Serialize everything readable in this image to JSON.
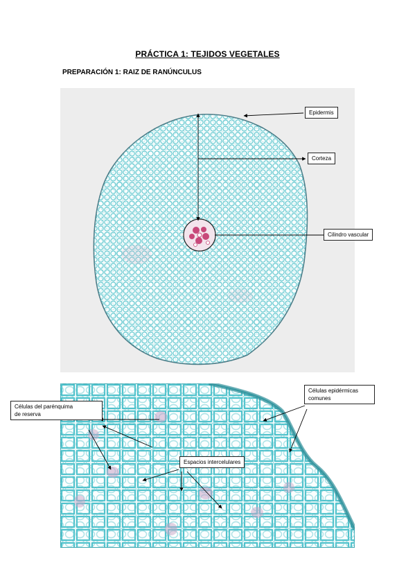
{
  "document": {
    "title": "PRÁCTICA 1: TEJIDOS VEGETALES",
    "subtitle": "PREPARACIÓN 1: RAIZ DE RANÚNCULUS"
  },
  "figure1": {
    "labels": {
      "epidermis": "Epidermis",
      "corteza": "Corteza",
      "cilindro": "Cilindro vascular"
    }
  },
  "figure2": {
    "labels": {
      "parenquima_line1": "Células del parénquima",
      "parenquima_line2": "de reserva",
      "epidermicas_line1": "Células epidérmicas",
      "epidermicas_line2": "comunes",
      "espacios": "Espacios intercelulares"
    }
  },
  "colors": {
    "cell_wall": "#5fc7cf",
    "cell_fill": "#f6fbfb",
    "vascular": "#c8487a"
  }
}
